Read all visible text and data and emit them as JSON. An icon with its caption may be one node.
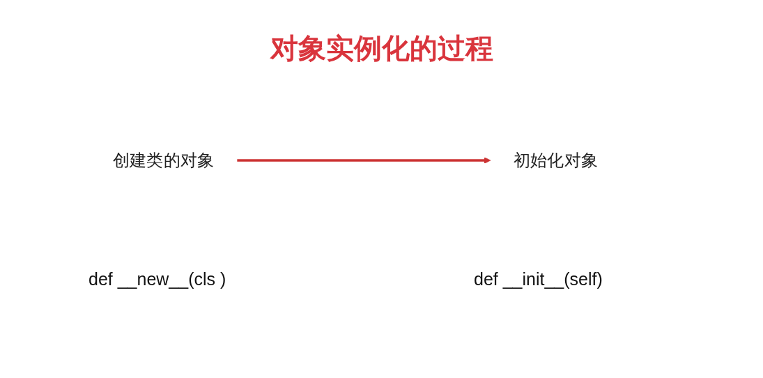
{
  "diagram": {
    "title": "对象实例化的过程",
    "nodes": [
      {
        "text": [
          "创建类的对象"
        ]
      },
      {
        "text": [
          "初始化对象"
        ]
      }
    ],
    "edges": [
      {
        "from": 0,
        "to": 1,
        "arrow": "to",
        "color": "#cc3333"
      }
    ],
    "labels": [
      "def __new__(cls )",
      "def __init__(self)"
    ]
  }
}
